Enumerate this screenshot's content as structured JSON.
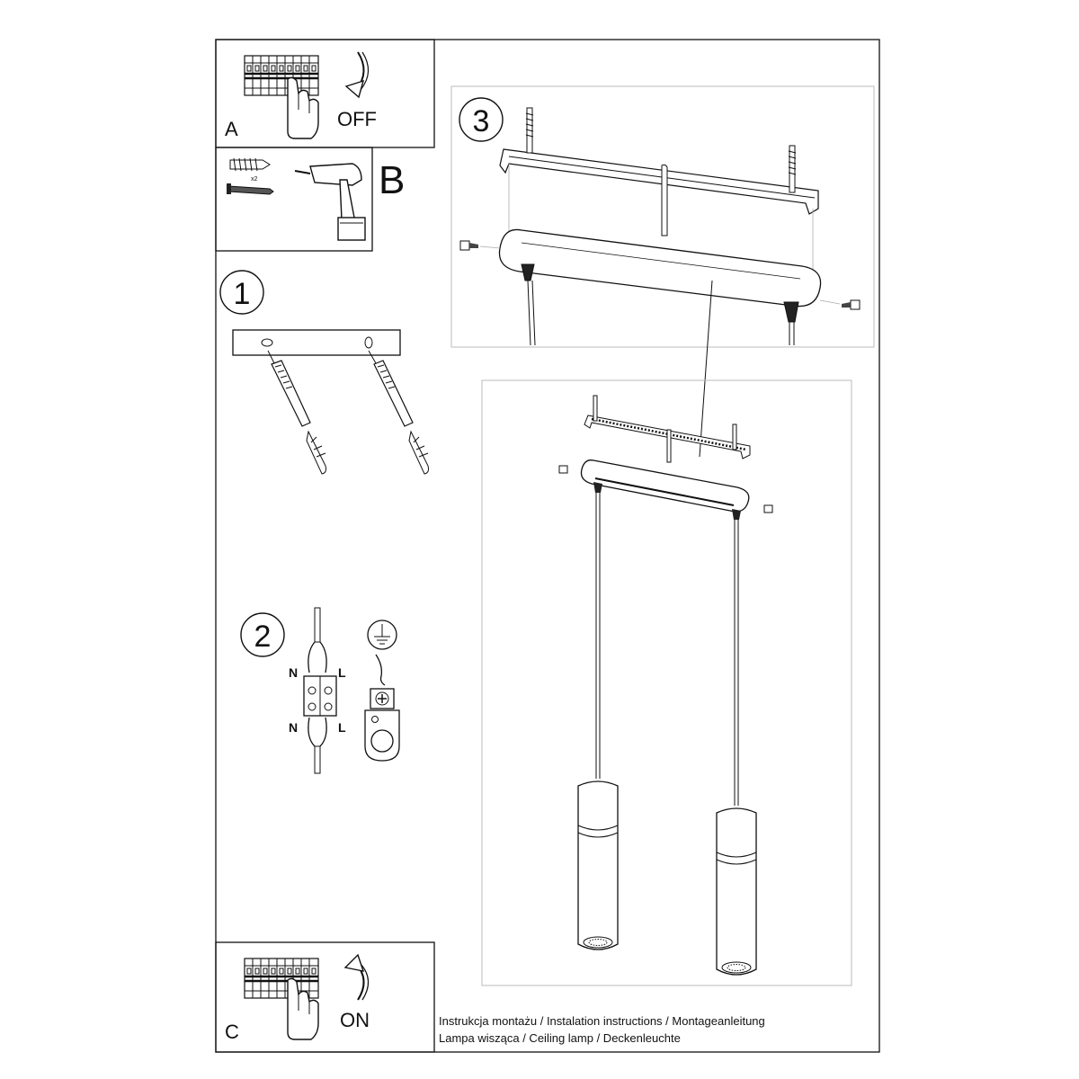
{
  "panel_a": {
    "letter": "A",
    "action": "OFF"
  },
  "panel_b": {
    "letter": "B",
    "quantity": "x2"
  },
  "panel_c": {
    "letter": "C",
    "action": "ON"
  },
  "step1": {
    "number": "1"
  },
  "step2": {
    "number": "2",
    "label_n_top": "N",
    "label_l_top": "L",
    "label_n_bottom": "N",
    "label_l_bottom": "L"
  },
  "step3": {
    "number": "3"
  },
  "footer": {
    "line1": "Instrukcja montażu / Instalation instructions / Montageanleitung",
    "line2": "Lampa wisząca / Ceiling lamp / Deckenleuchte"
  }
}
